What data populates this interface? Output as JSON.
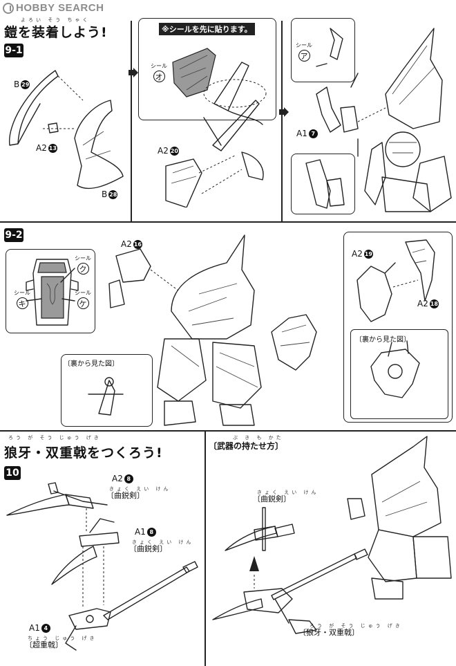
{
  "watermark": "HOBBY SEARCH",
  "sections": {
    "armor": {
      "ruby": "よろい そう ちゃく",
      "title": "鎧を装着しよう!",
      "step_a": "9-1",
      "step_b": "9-2"
    },
    "weapon": {
      "ruby": "ろう が そう じゅう げき",
      "title": "狼牙・双重戟をつくろう!",
      "step": "10",
      "hold_ruby": "ぶ き も かた",
      "hold_title": "〔武器の持たせ方〕"
    }
  },
  "step_9_1": {
    "sticker_note": "※シールを先に貼ります。",
    "parts": {
      "b29": {
        "prefix": "B",
        "num": "29"
      },
      "a2_13": {
        "prefix": "A2",
        "num": "13"
      },
      "b28": {
        "prefix": "B",
        "num": "28"
      },
      "a2_20": {
        "prefix": "A2",
        "num": "20"
      },
      "a1_7": {
        "prefix": "A1",
        "num": "7"
      }
    },
    "seal_o": {
      "label": "シール",
      "code": "オ"
    },
    "seal_a": {
      "label": "シール",
      "code": "ア"
    }
  },
  "step_9_2": {
    "parts": {
      "a2_16": {
        "prefix": "A2",
        "num": "16"
      },
      "a2_19": {
        "prefix": "A2",
        "num": "19"
      },
      "a2_18": {
        "prefix": "A2",
        "num": "18"
      }
    },
    "seal_ku": {
      "label": "シール",
      "code": "ク"
    },
    "seal_ki": {
      "label": "シール",
      "code": "キ"
    },
    "seal_ke": {
      "label": "シール",
      "code": "ケ"
    },
    "back_view_left": "〔裏から見た図〕",
    "back_view_right": "〔裏から見た図〕"
  },
  "step_10": {
    "parts": {
      "a2_8": {
        "prefix": "A2",
        "num": "8",
        "name": "〔曲鋭剣〕",
        "ruby": "きょく えい けん"
      },
      "a1_8": {
        "prefix": "A1",
        "num": "8",
        "name": "〔曲鋭剣〕",
        "ruby": "きょく えい けん"
      },
      "a1_4": {
        "prefix": "A1",
        "num": "4",
        "name": "〔超重戟〕",
        "ruby": "ちょう じゅう げき"
      }
    },
    "hold_sword": "〔曲鋭剣〕",
    "hold_sword_ruby": "きょく えい けん",
    "hold_weapon": "〔狼牙・双重戟〕",
    "hold_weapon_ruby": "ろう が そう じゅう げき"
  }
}
